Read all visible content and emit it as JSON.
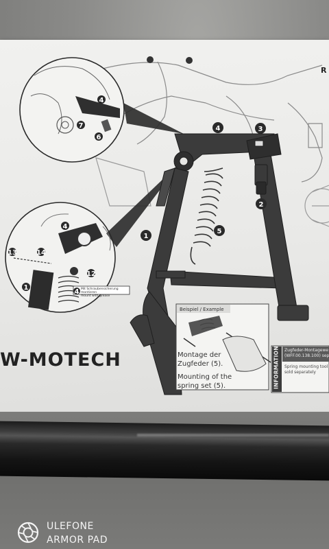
{
  "photo": {
    "subject": "printed assembly instructions for a motorcycle center stand",
    "colors": {
      "paper": "#ececea",
      "ink": "#2a2a2a",
      "surface": "#8e8e8c",
      "pipe": "#1a1a1a"
    }
  },
  "instruction_sheet": {
    "brand_text": "W-MOTECH",
    "example_label": "Beispiel / Example",
    "montage_de": "Montage der Zugfeder (5).",
    "montage_en": "Mounting of the spring set (5).",
    "information_tab": "INFORMATION",
    "info_header_line1": "Zugfeder-Montagewe",
    "info_header_line2": "(WFF.00.138.100) sep",
    "info_sub_line1": "Spring mounting tool",
    "info_sub_line2": "sold separately",
    "note_line1": "Mit Schraubensicherung montieren",
    "note_line2": "mount with grease",
    "page_marker": "R",
    "callouts": [
      "1",
      "2",
      "3",
      "4",
      "5",
      "6",
      "7",
      "12",
      "13",
      "14"
    ]
  },
  "camera_watermark": {
    "line1": "ULEFONE",
    "line2": "ARMOR PAD",
    "icon": "camera-shutter-icon"
  }
}
